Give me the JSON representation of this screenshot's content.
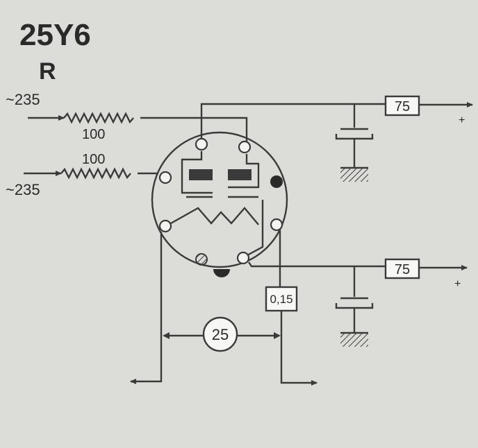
{
  "tube": {
    "type": "25Y6",
    "subtitle": "R"
  },
  "inputs": [
    {
      "voltage": "~235",
      "resistor": "100"
    },
    {
      "voltage": "~235",
      "resistor": "100"
    }
  ],
  "outputs": [
    {
      "resistor": "75",
      "polarity": "+"
    },
    {
      "resistor": "75",
      "polarity": "+"
    }
  ],
  "heater": {
    "series_resistor": "0,15",
    "current": "25"
  },
  "colors": {
    "background": "#dcdcd9",
    "ink": "#3a3a3a"
  }
}
